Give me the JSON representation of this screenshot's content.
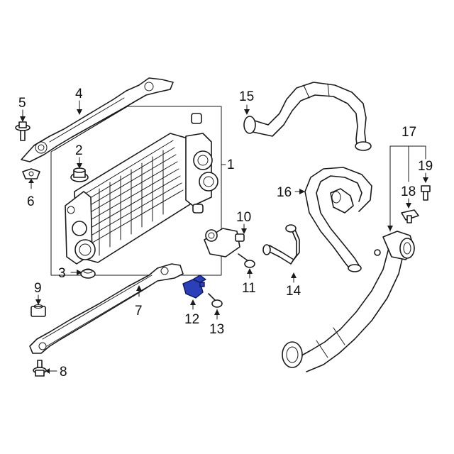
{
  "highlight_color": "#2a3fb8",
  "line_color": "#1a1a1a",
  "callouts": [
    {
      "id": "1",
      "label": "1"
    },
    {
      "id": "2",
      "label": "2"
    },
    {
      "id": "3",
      "label": "3"
    },
    {
      "id": "4",
      "label": "4"
    },
    {
      "id": "5",
      "label": "5"
    },
    {
      "id": "6",
      "label": "6"
    },
    {
      "id": "7",
      "label": "7"
    },
    {
      "id": "8",
      "label": "8"
    },
    {
      "id": "9",
      "label": "9"
    },
    {
      "id": "10",
      "label": "10"
    },
    {
      "id": "11",
      "label": "11"
    },
    {
      "id": "12",
      "label": "12"
    },
    {
      "id": "13",
      "label": "13"
    },
    {
      "id": "14",
      "label": "14"
    },
    {
      "id": "15",
      "label": "15"
    },
    {
      "id": "16",
      "label": "16"
    },
    {
      "id": "17",
      "label": "17"
    },
    {
      "id": "18",
      "label": "18"
    },
    {
      "id": "19",
      "label": "19"
    }
  ],
  "highlighted_part": "12"
}
